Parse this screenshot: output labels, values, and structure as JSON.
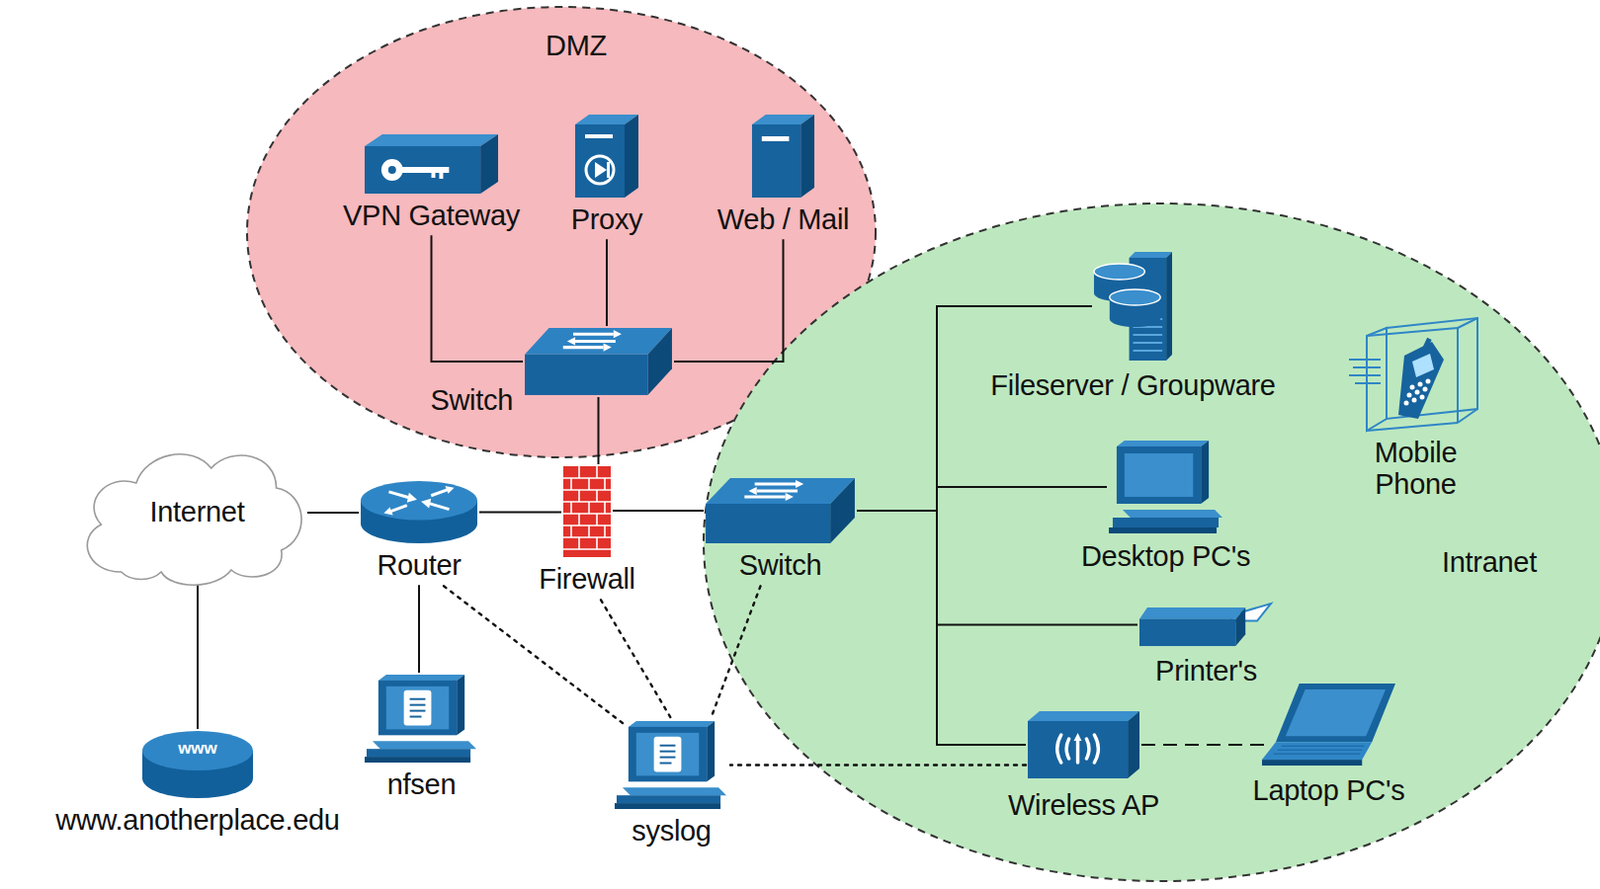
{
  "diagram": {
    "nodes": [
      {
        "text": [
          "DMZ"
        ]
      },
      {
        "text": [
          "VPN Gateway"
        ],
        "in": 0
      },
      {
        "text": [
          "Proxy"
        ],
        "in": 0
      },
      {
        "text": [
          "Web / Mail"
        ],
        "in": 0
      },
      {
        "text": [
          "Switch"
        ],
        "in": 0
      },
      {
        "text": [
          "Internet"
        ]
      },
      {
        "text": [
          "Router"
        ]
      },
      {
        "text": [
          "Firewall"
        ]
      },
      {
        "text": [
          "Intranet"
        ]
      },
      {
        "text": [
          "Switch"
        ],
        "in": 8
      },
      {
        "text": [
          "Fileserver / Groupware"
        ],
        "in": 8
      },
      {
        "text": [
          "Mobile Phone"
        ],
        "in": 8
      },
      {
        "text": [
          "Desktop PC's"
        ],
        "in": 8
      },
      {
        "text": [
          "Printer's"
        ],
        "in": 8
      },
      {
        "text": [
          "Wireless AP"
        ],
        "in": 8
      },
      {
        "text": [
          "Laptop PC's"
        ],
        "in": 8
      },
      {
        "text": [
          "nfsen"
        ]
      },
      {
        "text": [
          "syslog"
        ]
      },
      {
        "text": [
          "www",
          "www.anotherplace.edu"
        ]
      }
    ],
    "edges": [
      {
        "from": 4,
        "to": 1,
        "arrow": "none"
      },
      {
        "from": 4,
        "to": 2,
        "arrow": "none"
      },
      {
        "from": 4,
        "to": 3,
        "arrow": "none"
      },
      {
        "from": 4,
        "to": 7,
        "arrow": "none"
      },
      {
        "from": 5,
        "to": 6,
        "arrow": "none"
      },
      {
        "from": 5,
        "to": 18,
        "arrow": "none"
      },
      {
        "from": 6,
        "to": 7,
        "arrow": "none"
      },
      {
        "from": 6,
        "to": 16,
        "arrow": "none"
      },
      {
        "from": 7,
        "to": 9,
        "arrow": "none"
      },
      {
        "from": 9,
        "to": 10,
        "arrow": "none"
      },
      {
        "from": 9,
        "to": 12,
        "arrow": "none"
      },
      {
        "from": 9,
        "to": 13,
        "arrow": "none"
      },
      {
        "from": 9,
        "to": 14,
        "arrow": "none"
      },
      {
        "from": 14,
        "to": 15,
        "arrow": "none"
      },
      {
        "from": 6,
        "to": 17,
        "arrow": "none"
      },
      {
        "from": 7,
        "to": 17,
        "arrow": "none"
      },
      {
        "from": 9,
        "to": 17,
        "arrow": "none"
      },
      {
        "from": 14,
        "to": 17,
        "arrow": "none"
      }
    ]
  }
}
